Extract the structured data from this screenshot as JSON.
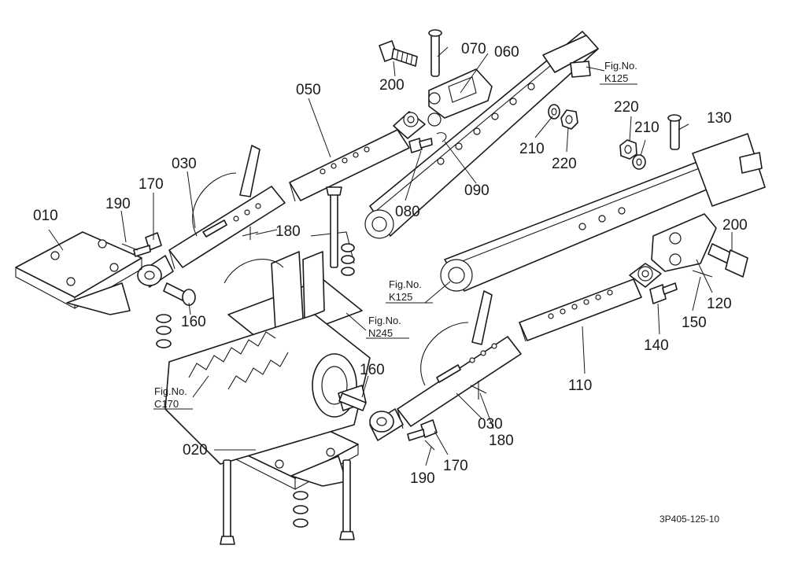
{
  "diagram": {
    "drawing_code": "3P405-125-10",
    "references": [
      {
        "id": "ref-k125-top",
        "line1": "Fig.No.",
        "line2": "K125"
      },
      {
        "id": "ref-k125-mid",
        "line1": "Fig.No.",
        "line2": "K125"
      },
      {
        "id": "ref-n245",
        "line1": "Fig.No.",
        "line2": "N245"
      },
      {
        "id": "ref-c170",
        "line1": "Fig.No.",
        "line2": "C170"
      }
    ],
    "callouts": [
      {
        "id": "c-010",
        "text": "010"
      },
      {
        "id": "c-020",
        "text": "020"
      },
      {
        "id": "c-030-left",
        "text": "030"
      },
      {
        "id": "c-030-right",
        "text": "030"
      },
      {
        "id": "c-050",
        "text": "050"
      },
      {
        "id": "c-060",
        "text": "060"
      },
      {
        "id": "c-070",
        "text": "070"
      },
      {
        "id": "c-080",
        "text": "080"
      },
      {
        "id": "c-090",
        "text": "090"
      },
      {
        "id": "c-110",
        "text": "110"
      },
      {
        "id": "c-120",
        "text": "120"
      },
      {
        "id": "c-130",
        "text": "130"
      },
      {
        "id": "c-140",
        "text": "140"
      },
      {
        "id": "c-150",
        "text": "150"
      },
      {
        "id": "c-160-left",
        "text": "160"
      },
      {
        "id": "c-160-right",
        "text": "160"
      },
      {
        "id": "c-170-left",
        "text": "170"
      },
      {
        "id": "c-170-right",
        "text": "170"
      },
      {
        "id": "c-180-left",
        "text": "180"
      },
      {
        "id": "c-180-right",
        "text": "180"
      },
      {
        "id": "c-190-left",
        "text": "190"
      },
      {
        "id": "c-190-right",
        "text": "190"
      },
      {
        "id": "c-200-top",
        "text": "200"
      },
      {
        "id": "c-200-right",
        "text": "200"
      },
      {
        "id": "c-210-top",
        "text": "210"
      },
      {
        "id": "c-210-right",
        "text": "210"
      },
      {
        "id": "c-220-top",
        "text": "220"
      },
      {
        "id": "c-220-right",
        "text": "220"
      }
    ]
  }
}
